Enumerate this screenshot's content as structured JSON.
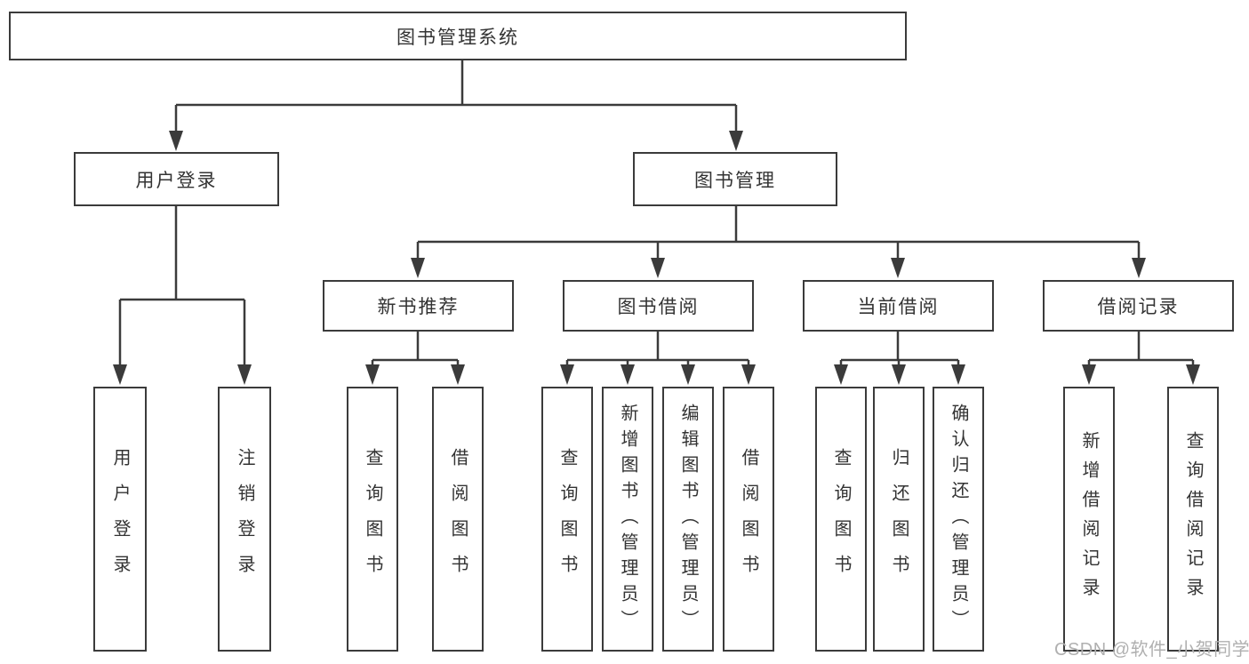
{
  "colors": {
    "background": "#ffffff",
    "box_fill": "#ffffff",
    "box_border": "#3b3b3b",
    "line": "#3b3b3b",
    "text": "#333333",
    "watermark": "#b0b0b0"
  },
  "tree": {
    "label": "图书管理系统",
    "children": [
      {
        "label": "用户登录",
        "children": [
          {
            "label": "用户登录"
          },
          {
            "label": "注销登录"
          }
        ]
      },
      {
        "label": "图书管理",
        "children": [
          {
            "label": "新书推荐",
            "children": [
              {
                "label": "查询图书"
              },
              {
                "label": "借阅图书"
              }
            ]
          },
          {
            "label": "图书借阅",
            "children": [
              {
                "label": "查询图书"
              },
              {
                "label": "新增图书（管理员）"
              },
              {
                "label": "编辑图书（管理员）"
              },
              {
                "label": "借阅图书"
              }
            ]
          },
          {
            "label": "当前借阅",
            "children": [
              {
                "label": "查询图书"
              },
              {
                "label": "归还图书"
              },
              {
                "label": "确认归还（管理员）"
              }
            ]
          },
          {
            "label": "借阅记录",
            "children": [
              {
                "label": "新增借阅记录"
              },
              {
                "label": "查询借阅记录"
              }
            ]
          }
        ]
      }
    ]
  },
  "watermark": {
    "text": "CSDN @软件_小贺同学"
  }
}
